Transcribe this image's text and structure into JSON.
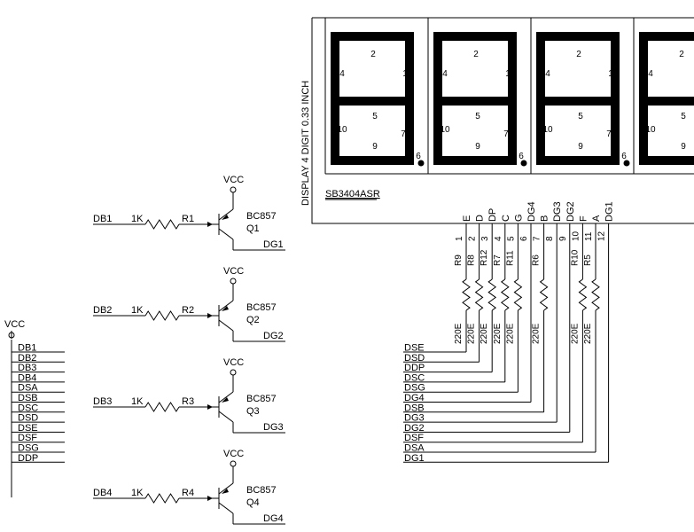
{
  "display": {
    "side_label": "DISPLAY 4 DIGIT 0.33 INCH",
    "part_number": "SB3404ASR",
    "segment_numbers": [
      "2",
      "4",
      "1",
      "5",
      "10",
      "7",
      "9",
      "6"
    ]
  },
  "vcc_label": "VCC",
  "left_bus": {
    "nets": [
      "DB1",
      "DB2",
      "DB3",
      "DB4",
      "DSA",
      "DSB",
      "DSC",
      "DSD",
      "DSE",
      "DSF",
      "DSG",
      "DDP"
    ]
  },
  "drivers": [
    {
      "net": "DB1",
      "resistor": "R1",
      "value": "1K",
      "part": "BC857",
      "ref": "Q1",
      "out": "DG1"
    },
    {
      "net": "DB2",
      "resistor": "R2",
      "value": "1K",
      "part": "BC857",
      "ref": "Q2",
      "out": "DG2"
    },
    {
      "net": "DB3",
      "resistor": "R3",
      "value": "1K",
      "part": "BC857",
      "ref": "Q3",
      "out": "DG3"
    },
    {
      "net": "DB4",
      "resistor": "R4",
      "value": "1K",
      "part": "BC857",
      "ref": "Q4",
      "out": "DG4"
    }
  ],
  "pins": [
    {
      "name": "E",
      "num": "1",
      "res": "R9",
      "val": "220E"
    },
    {
      "name": "D",
      "num": "2",
      "res": "R8",
      "val": "220E"
    },
    {
      "name": "DP",
      "num": "3",
      "res": "R12",
      "val": "220E"
    },
    {
      "name": "C",
      "num": "4",
      "res": "R7",
      "val": "220E"
    },
    {
      "name": "G",
      "num": "5",
      "res": "R11",
      "val": "220E"
    },
    {
      "name": "DG4",
      "num": "6",
      "res": "",
      "val": ""
    },
    {
      "name": "B",
      "num": "7",
      "res": "R6",
      "val": "220E"
    },
    {
      "name": "DG3",
      "num": "8",
      "res": "",
      "val": ""
    },
    {
      "name": "DG2",
      "num": "9",
      "res": "",
      "val": ""
    },
    {
      "name": "F",
      "num": "10",
      "res": "R10",
      "val": "220E"
    },
    {
      "name": "A",
      "num": "11",
      "res": "R5",
      "val": "220E"
    },
    {
      "name": "DG1",
      "num": "12",
      "res": "",
      "val": ""
    }
  ],
  "right_bus": {
    "nets": [
      "DSE",
      "DSD",
      "DDP",
      "DSC",
      "DSG",
      "DG4",
      "DSB",
      "DG3",
      "DG2",
      "DSF",
      "DSA",
      "DG1"
    ]
  }
}
